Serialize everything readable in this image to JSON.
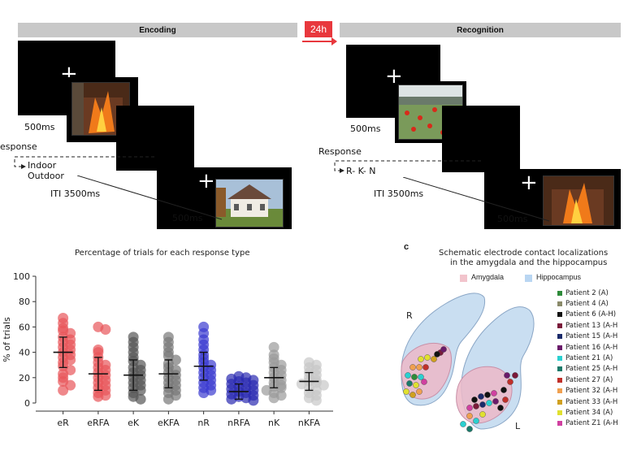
{
  "panel_a": {
    "encoding_title": "Encoding",
    "recognition_title": "Recognition",
    "delay_badge": "24h",
    "enc_time_500": "500ms",
    "enc_response": "esponse",
    "enc_option1": "Indoor",
    "enc_option2": "Outdoor",
    "enc_iti": "ITI 3500ms",
    "enc_time_500b": "500ms",
    "rec_time_500": "500ms",
    "rec_response": "Response",
    "rec_options": "R- K- N",
    "rec_iti": "ITI 3500ms",
    "rec_time_500b": "500ms",
    "fixation": "+"
  },
  "panel_c": {
    "label": "c",
    "title_line1": "Schematic electrode contact localizations",
    "title_line2": "in the amygdala and the hippocampus",
    "legend_amygdala": "Amygdala",
    "legend_hippocampus": "Hippocampus",
    "amygdala_color": "#f2c4cc",
    "hippocampus_color": "#b9d6f2",
    "side_right": "R",
    "side_left": "L",
    "patients": [
      {
        "label": "Patient 2 (A)",
        "color": "#2e8b3a"
      },
      {
        "label": "Patient 4 (A)",
        "color": "#8a8a6a"
      },
      {
        "label": "Patient 6 (A-H)",
        "color": "#111111"
      },
      {
        "label": "Patient 13 (A-H",
        "color": "#7a1a3a"
      },
      {
        "label": "Patient 15 (A-H",
        "color": "#1a2a6a"
      },
      {
        "label": "Patient 16 (A-H",
        "color": "#6a1a6a"
      },
      {
        "label": "Patient 21 (A)",
        "color": "#2ad0d0"
      },
      {
        "label": "Patient 25 (A-H",
        "color": "#1a7a6a"
      },
      {
        "label": "Patient 27 (A)",
        "color": "#c0302a"
      },
      {
        "label": "Patient 32 (A-H",
        "color": "#f0a050"
      },
      {
        "label": "Patient 33 (A-H",
        "color": "#d0a020"
      },
      {
        "label": "Patient 34 (A)",
        "color": "#e0e030"
      },
      {
        "label": "Patient Z1 (A-H",
        "color": "#d040a0"
      }
    ]
  },
  "chart_data": {
    "type": "scatter",
    "title": "Percentage of trials for each response type",
    "xlabel": "",
    "ylabel": "% of trials",
    "ylim": [
      0,
      100
    ],
    "yticks": [
      0,
      20,
      40,
      60,
      80,
      100
    ],
    "categories": [
      "eR",
      "eRFA",
      "eK",
      "eKFA",
      "nR",
      "nRFA",
      "nK",
      "nKFA"
    ],
    "colors": [
      "#e8555a",
      "#e8555a",
      "#555555",
      "#777777",
      "#3a3ad0",
      "#2a2ab0",
      "#9a9a9a",
      "#c8c8c8"
    ],
    "means": [
      40,
      23,
      22,
      23,
      29,
      9,
      20,
      17
    ],
    "error_low": [
      28,
      10,
      10,
      12,
      18,
      3,
      12,
      10
    ],
    "error_high": [
      52,
      36,
      34,
      34,
      40,
      15,
      28,
      24
    ],
    "series": [
      {
        "values": [
          67,
          63,
          59,
          57,
          55,
          52,
          50,
          48,
          46,
          44,
          42,
          40,
          38,
          36,
          34,
          32,
          29,
          26,
          23,
          20,
          17,
          14,
          10
        ]
      },
      {
        "values": [
          60,
          58,
          42,
          40,
          36,
          32,
          30,
          28,
          26,
          24,
          22,
          20,
          18,
          16,
          14,
          12,
          10,
          8,
          6,
          5
        ]
      },
      {
        "values": [
          52,
          48,
          44,
          40,
          36,
          33,
          30,
          28,
          26,
          24,
          22,
          20,
          18,
          16,
          14,
          12,
          10,
          8,
          5,
          3
        ]
      },
      {
        "values": [
          52,
          48,
          44,
          40,
          37,
          34,
          31,
          28,
          26,
          24,
          22,
          20,
          18,
          16,
          14,
          12,
          10,
          8,
          6,
          3
        ]
      },
      {
        "values": [
          60,
          55,
          50,
          46,
          42,
          38,
          35,
          32,
          30,
          28,
          26,
          24,
          22,
          20,
          18,
          16,
          14,
          12,
          10,
          8
        ]
      },
      {
        "values": [
          21,
          20,
          19,
          18,
          17,
          16,
          15,
          14,
          13,
          12,
          11,
          10,
          9,
          8,
          7,
          6,
          5,
          4,
          3,
          2
        ]
      },
      {
        "values": [
          44,
          38,
          35,
          32,
          30,
          28,
          26,
          24,
          22,
          20,
          18,
          16,
          14,
          13,
          12,
          10,
          8,
          6,
          4
        ]
      },
      {
        "values": [
          32,
          30,
          28,
          26,
          24,
          22,
          20,
          18,
          17,
          16,
          15,
          14,
          12,
          10,
          8,
          6,
          4,
          2
        ]
      }
    ]
  }
}
